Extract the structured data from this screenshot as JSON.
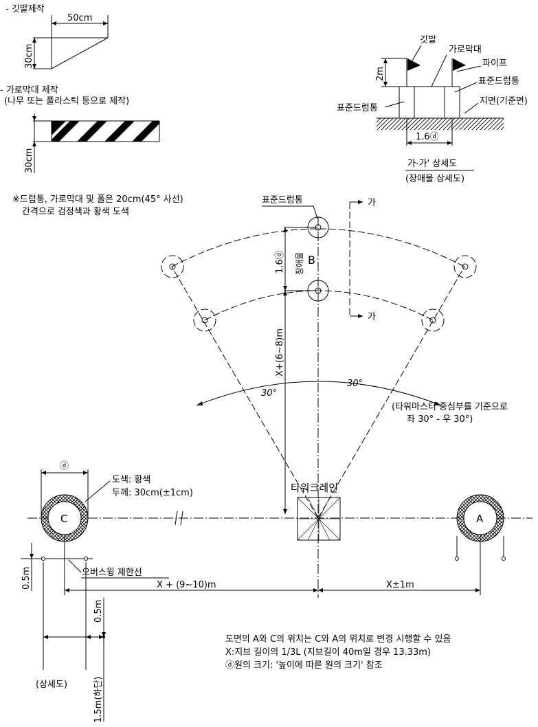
{
  "flag_section": {
    "title": "- 깃발제작",
    "width_dim": "50cm",
    "height_dim": "30cm"
  },
  "bar_section": {
    "title": "- 가로막대 제작",
    "subtitle": "(나무 또는 플라스틱 등으로 제작)",
    "height_dim": "30cm"
  },
  "detail_view": {
    "flag_label": "깃발",
    "bar_label": "가로막대",
    "pipe_label": "파이프",
    "drum_right_label": "표준드럼통",
    "drum_left_label": "표준드럼통",
    "ground_label": "지면(기준면)",
    "height_dim": "2m",
    "width_dim": "1.6ⓓ",
    "caption_1": "가-가' 상세도",
    "caption_2": "(장애물 상세도)"
  },
  "note_paint": {
    "line_1": "※드럼통, 가로막대 및 폴은 20cm(45° 사선)",
    "line_2": "간격으로 검정색과 황색 도색"
  },
  "fan": {
    "drum_label": "표준드럼통",
    "section_mark_top": "가",
    "section_mark_bottom": "가",
    "gap_dim": "1.6ⓓ",
    "obstacle_label": "장애물",
    "obstacle_letter": "B",
    "radius_dim": "X+(6~8)m",
    "angle_left": "30°",
    "angle_right": "30°",
    "reference_note_1": "(타워마스터 중심부를 기준으로",
    "reference_note_2": "좌 30° - 우 30°)"
  },
  "crane": {
    "label": "타워크레인"
  },
  "circle_c": {
    "letter": "C",
    "diameter_dim": "ⓓ",
    "color_note": "도색: 황색",
    "thickness_note": "두께: 30cm(±1cm)",
    "overswing_label": "오버스윙 제한선",
    "offset_dim": "0.5m",
    "distance_dim": "X + (9~10)m"
  },
  "circle_a": {
    "letter": "A",
    "distance_dim": "X±1m"
  },
  "detail_small": {
    "top_dim": "0.5m",
    "bottom_dim": "1.5m(하단)",
    "caption": "(상세도)"
  },
  "notes": {
    "line_1": "도면의 A와 C의 위치는 C와 A의 위치로 변경 시행할 수 있음",
    "line_2": "X:지브 길이의 1/3L (지브길이 40m일 경우 13.33m)",
    "line_3": "ⓓ원의 크기: '높이에 따른 원의 크기' 참조"
  }
}
